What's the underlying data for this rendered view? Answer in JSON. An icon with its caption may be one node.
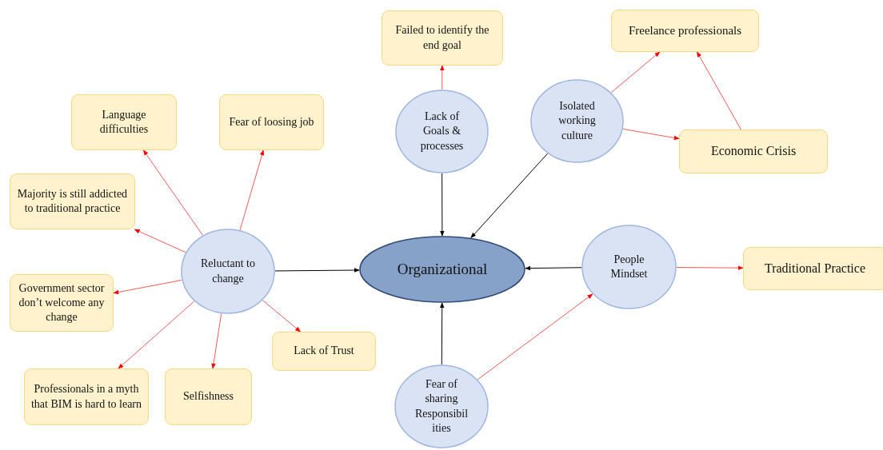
{
  "diagram": {
    "nodes": [
      {
        "text": [
          "Failed to identify the end goal"
        ]
      },
      {
        "text": [
          "Freelance professionals"
        ]
      },
      {
        "text": [
          "Language difficulties"
        ]
      },
      {
        "text": [
          "Fear of loosing job"
        ]
      },
      {
        "text": [
          "Lack of Goals & processes"
        ]
      },
      {
        "text": [
          "Isolated working culture"
        ]
      },
      {
        "text": [
          "Economic Crisis"
        ]
      },
      {
        "text": [
          "Majority is still addicted to traditional practice"
        ]
      },
      {
        "text": [
          "Reluctant to change"
        ]
      },
      {
        "text": [
          "Organizational"
        ]
      },
      {
        "text": [
          "People Mindset"
        ]
      },
      {
        "text": [
          "Traditional Practice"
        ]
      },
      {
        "text": [
          "Government sector don’t welcome any change"
        ]
      },
      {
        "text": [
          "Lack of Trust"
        ]
      },
      {
        "text": [
          "Professionals in a myth that BIM is hard to learn"
        ]
      },
      {
        "text": [
          "Selfishness"
        ]
      },
      {
        "text": [
          "Fear of sharing Responsibilities"
        ]
      }
    ],
    "edges": [
      {
        "from": 4,
        "to": 0,
        "arrow": "to"
      },
      {
        "from": 4,
        "to": 9,
        "arrow": "to",
        "color": "#000000"
      },
      {
        "from": 5,
        "to": 1,
        "arrow": "to"
      },
      {
        "from": 5,
        "to": 6,
        "arrow": "to"
      },
      {
        "from": 6,
        "to": 1,
        "arrow": "to"
      },
      {
        "from": 5,
        "to": 9,
        "arrow": "to",
        "color": "#000000"
      },
      {
        "from": 10,
        "to": 9,
        "arrow": "to",
        "color": "#000000"
      },
      {
        "from": 10,
        "to": 11,
        "arrow": "to"
      },
      {
        "from": 16,
        "to": 9,
        "arrow": "to",
        "color": "#000000"
      },
      {
        "from": 16,
        "to": 10,
        "arrow": "to"
      },
      {
        "from": 8,
        "to": 9,
        "arrow": "to",
        "color": "#000000"
      },
      {
        "from": 8,
        "to": 2,
        "arrow": "to"
      },
      {
        "from": 8,
        "to": 3,
        "arrow": "to"
      },
      {
        "from": 8,
        "to": 7,
        "arrow": "to"
      },
      {
        "from": 8,
        "to": 12,
        "arrow": "to"
      },
      {
        "from": 8,
        "to": 14,
        "arrow": "to"
      },
      {
        "from": 8,
        "to": 15,
        "arrow": "to"
      },
      {
        "from": 8,
        "to": 13,
        "arrow": "to"
      }
    ]
  }
}
